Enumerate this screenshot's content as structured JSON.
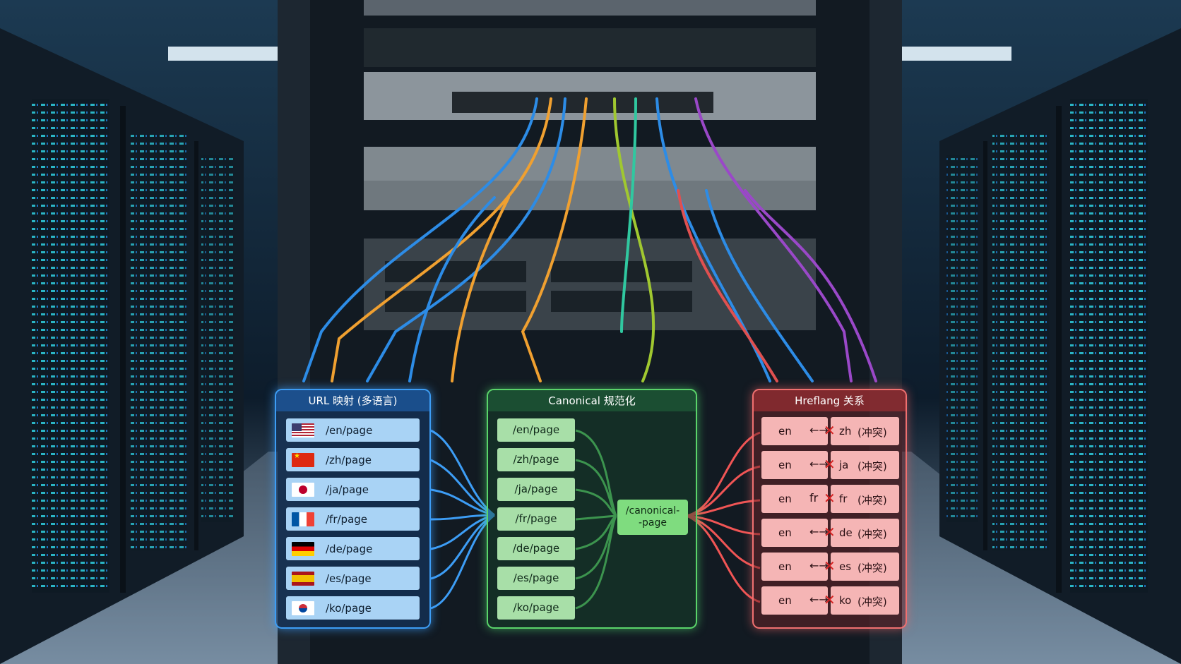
{
  "panels": {
    "url": {
      "title": "URL 映射 (多语言)"
    },
    "canonical": {
      "title": "Canonical 规范化"
    },
    "hreflang": {
      "title": "Hreflang 关系"
    }
  },
  "url_rows": [
    {
      "flag": "us-flag-icon",
      "path": "/en/page"
    },
    {
      "flag": "cn-flag-icon",
      "path": "/zh/page"
    },
    {
      "flag": "jp-flag-icon",
      "path": "/ja/page"
    },
    {
      "flag": "fr-flag-icon",
      "path": "/fr/page"
    },
    {
      "flag": "de-flag-icon",
      "path": "/de/page"
    },
    {
      "flag": "es-flag-icon",
      "path": "/es/page"
    },
    {
      "flag": "kr-flag-icon",
      "path": "/ko/page"
    }
  ],
  "canonical_rows": [
    "/en/page",
    "/zh/page",
    "/ja/page",
    "/fr/page",
    "/de/page",
    "/es/page",
    "/ko/page"
  ],
  "canonical_target": {
    "line1": "/canonical-",
    "line2": "-page"
  },
  "hreflang_rows": [
    {
      "a": "en",
      "arrow": "←→",
      "b": "zh",
      "note": "(冲突)"
    },
    {
      "a": "en",
      "arrow": "←→",
      "b": "ja",
      "note": "(冲突)"
    },
    {
      "a": "en",
      "arrow": "fr",
      "b": "fr",
      "note": "(冲突)"
    },
    {
      "a": "en",
      "arrow": "←→",
      "b": "de",
      "note": "(冲突)"
    },
    {
      "a": "en",
      "arrow": "←→",
      "b": "es",
      "note": "(冲突)"
    },
    {
      "a": "en",
      "arrow": "←→",
      "b": "ko",
      "note": "(冲突)"
    }
  ],
  "colors": {
    "url_accent": "#3d9df5",
    "canonical_accent": "#5ad46a",
    "hreflang_accent": "#f07070",
    "conflict_mark": "#d42020"
  }
}
